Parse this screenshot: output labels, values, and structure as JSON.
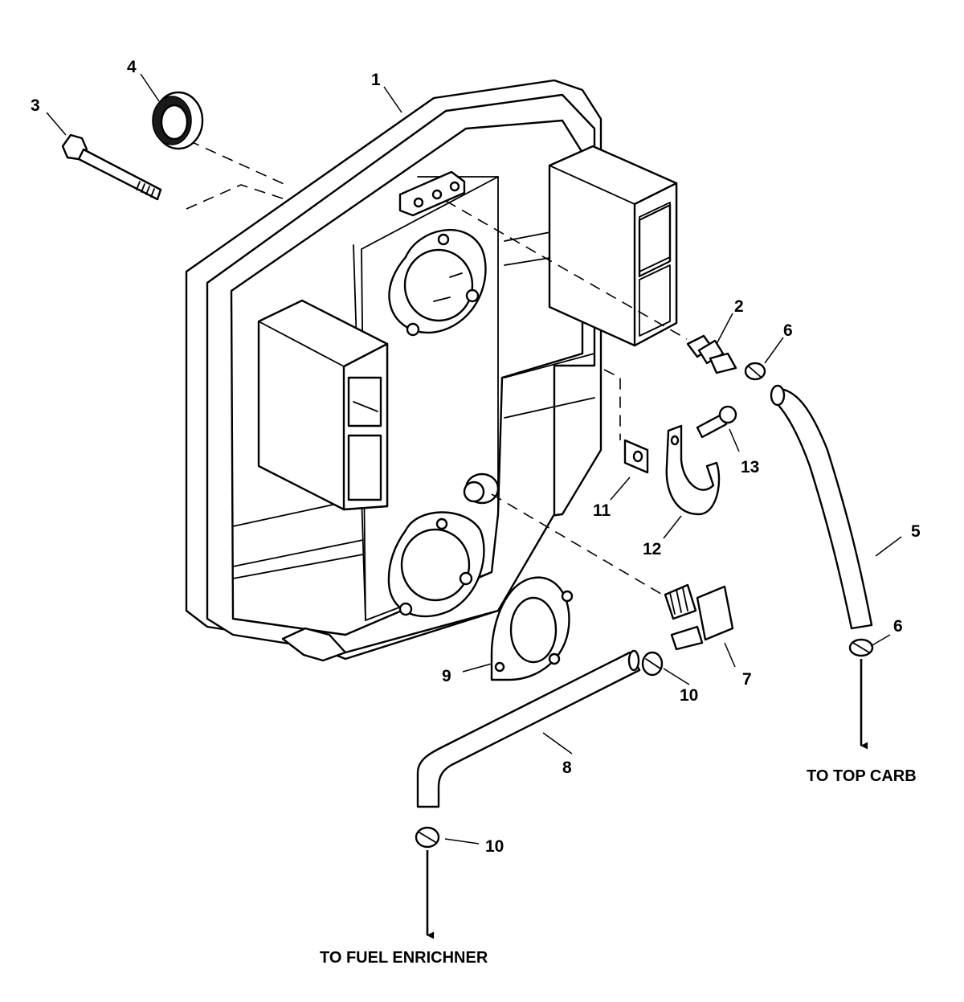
{
  "callouts": {
    "c1": "1",
    "c2": "2",
    "c3": "3",
    "c4": "4",
    "c5": "5",
    "c6a": "6",
    "c6b": "6",
    "c7": "7",
    "c8": "8",
    "c9": "9",
    "c10a": "10",
    "c10b": "10",
    "c11": "11",
    "c12": "12",
    "c13": "13"
  },
  "destinations": {
    "top_carb": "TO TOP CARB",
    "fuel_enrichner": "TO FUEL ENRICHNER"
  }
}
